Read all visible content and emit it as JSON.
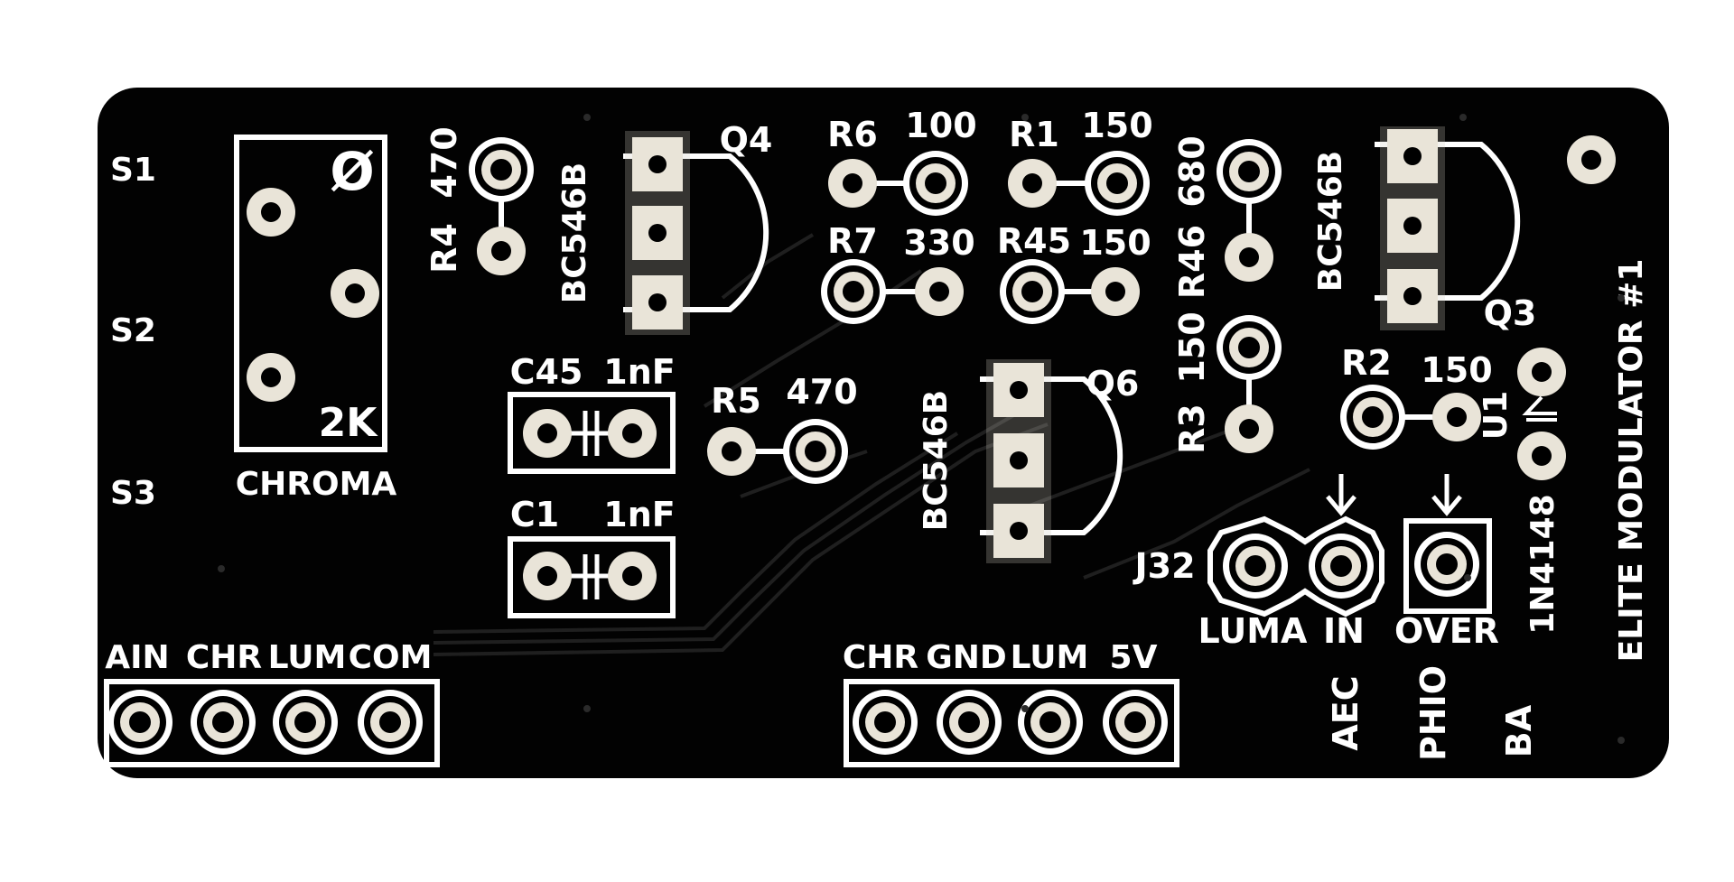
{
  "colors": {
    "board": "#020202",
    "silkscreen": "#ffffff",
    "pad_copper": "#e9e4d8",
    "pad_ring": "#ffffff",
    "trace": "#1f1f1f"
  },
  "board_title": "ELITE MODULATOR #1",
  "pot": {
    "ref": "CHROMA",
    "value": "2K",
    "symbol": "Ø",
    "pins": [
      "S1",
      "S2",
      "S3"
    ]
  },
  "resistors": {
    "r4": {
      "ref": "R4",
      "value": "470"
    },
    "r6": {
      "ref": "R6",
      "value": "100"
    },
    "r7": {
      "ref": "R7",
      "value": "330"
    },
    "r1": {
      "ref": "R1",
      "value": "150"
    },
    "r45": {
      "ref": "R45",
      "value": "150"
    },
    "r46": {
      "ref": "R46",
      "value": "680"
    },
    "r3": {
      "ref": "R3",
      "value": "150"
    },
    "r5": {
      "ref": "R5",
      "value": "470"
    },
    "r2": {
      "ref": "R2",
      "value": "150"
    }
  },
  "capacitors": {
    "c45": {
      "ref": "C45",
      "value": "1nF"
    },
    "c1": {
      "ref": "C1",
      "value": "1nF"
    }
  },
  "transistors": {
    "q4": {
      "ref": "Q4",
      "part": "BC546B"
    },
    "q6": {
      "ref": "Q6",
      "part": "BC546B"
    },
    "q3": {
      "ref": "Q3",
      "part": "BC546B"
    }
  },
  "diode": {
    "ref": "U1",
    "part": "1N4148"
  },
  "jumpers": {
    "j32": {
      "ref": "J32",
      "labels": [
        "LUMA",
        "IN"
      ]
    },
    "over": {
      "label": "OVER"
    }
  },
  "header_left": {
    "labels": [
      "AIN",
      "CHR",
      "LUM",
      "COM"
    ]
  },
  "header_right": {
    "labels": [
      "CHR",
      "GND",
      "LUM",
      "5V"
    ]
  },
  "side_labels": [
    "AEC",
    "PHIO",
    "BA"
  ]
}
